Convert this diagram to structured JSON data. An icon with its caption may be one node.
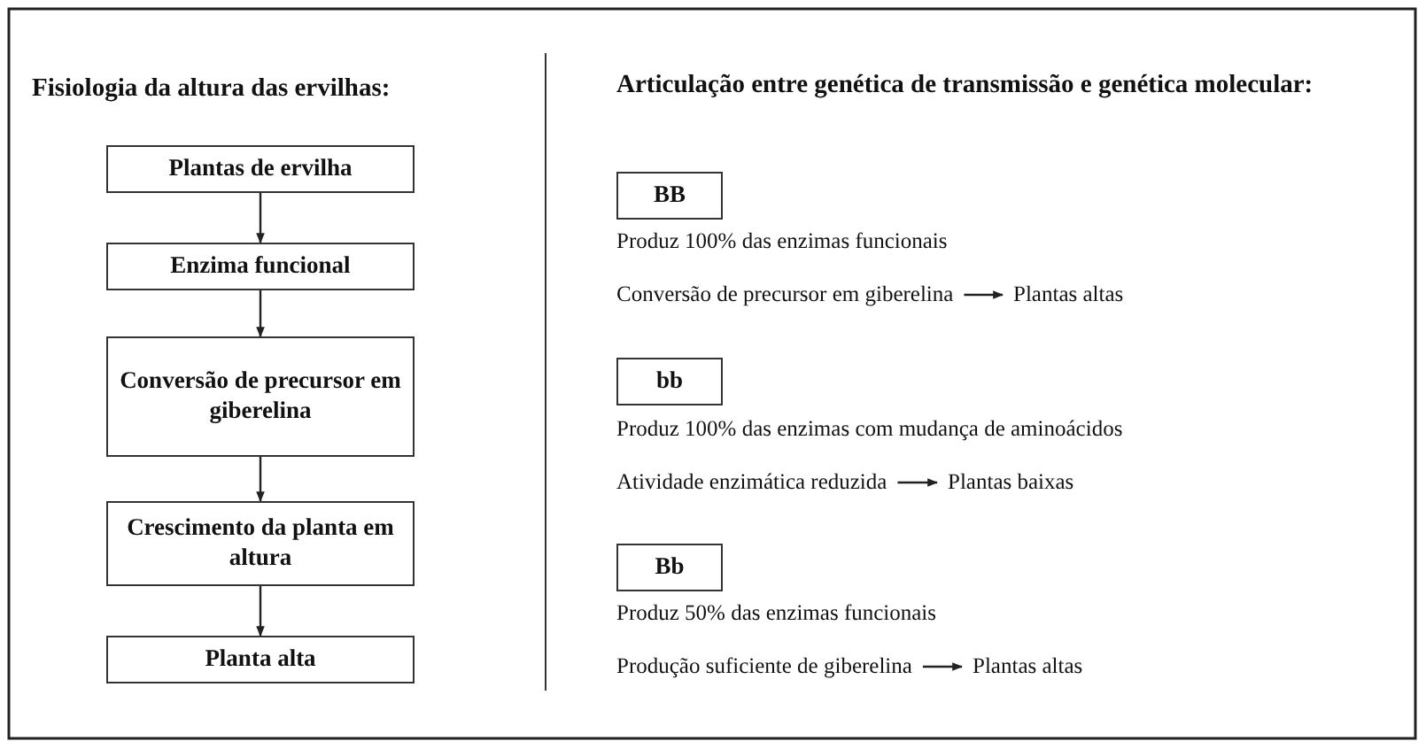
{
  "diagram": {
    "nodes": [
      {
        "text": [
          "Plantas de ervilha"
        ]
      },
      {
        "text": [
          "Enzima funcional"
        ]
      },
      {
        "text": [
          "Conversão de precursor em giberelina"
        ]
      },
      {
        "text": [
          "Crescimento da planta em altura"
        ]
      },
      {
        "text": [
          "Planta alta"
        ]
      },
      {
        "text": [
          "BB"
        ]
      },
      {
        "text": [
          "Conversão de precursor em giberelina"
        ]
      },
      {
        "text": [
          "Plantas altas"
        ]
      },
      {
        "text": [
          "bb"
        ]
      },
      {
        "text": [
          "Atividade enzimática reduzida"
        ]
      },
      {
        "text": [
          "Plantas baixas"
        ]
      },
      {
        "text": [
          "Bb"
        ]
      },
      {
        "text": [
          "Produção suficiente de giberelina"
        ]
      },
      {
        "text": [
          "Plantas altas"
        ]
      }
    ],
    "edges": [
      {
        "from": 0,
        "to": 1,
        "arrow": "to"
      },
      {
        "from": 1,
        "to": 2,
        "arrow": "to"
      },
      {
        "from": 2,
        "to": 3,
        "arrow": "to"
      },
      {
        "from": 3,
        "to": 4,
        "arrow": "to"
      },
      {
        "from": 6,
        "to": 7,
        "arrow": "to"
      },
      {
        "from": 9,
        "to": 10,
        "arrow": "to"
      },
      {
        "from": 12,
        "to": 13,
        "arrow": "to"
      }
    ],
    "labels": [
      "Fisiologia da altura das ervilhas:",
      "Articulação entre genética de transmissão e genética molecular:",
      "Produz 100% das enzimas funcionais",
      "Produz 100% das enzimas com mudança de aminoácidos",
      "Produz 50% das enzimas funcionais"
    ]
  }
}
